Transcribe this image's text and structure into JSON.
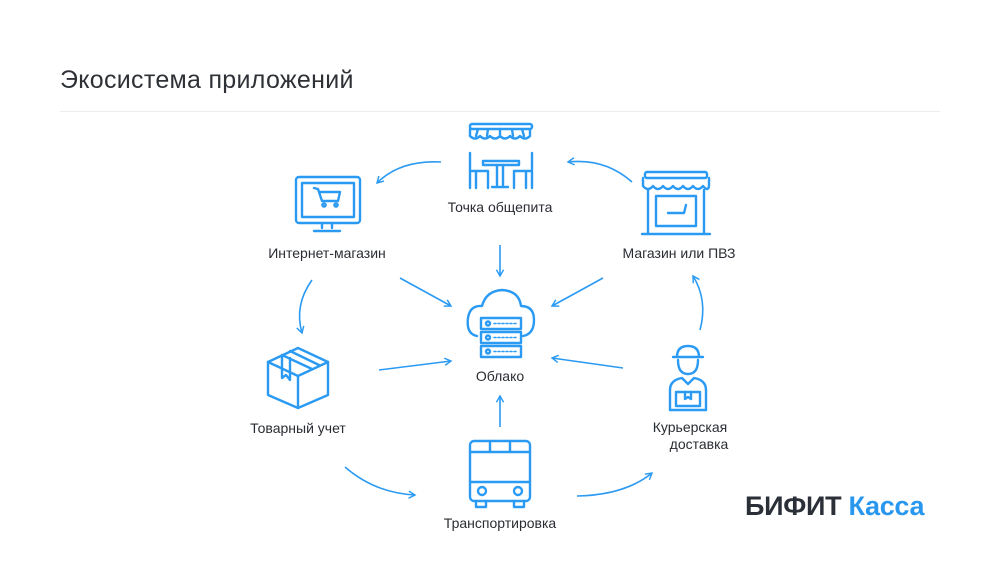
{
  "title": "Экосистема приложений",
  "nodes": {
    "cafe": {
      "label": "Точка общепита",
      "icon": "cafe-icon"
    },
    "online_store": {
      "label": "Интернет-магазин",
      "icon": "monitor-cart-icon"
    },
    "store": {
      "label": "Магазин или ПВЗ",
      "icon": "store-icon"
    },
    "cloud": {
      "label": "Облако",
      "icon": "cloud-server-icon"
    },
    "inventory": {
      "label": "Товарный учет",
      "icon": "box-icon"
    },
    "courier": {
      "label_line1": "Курьерская",
      "label_line2": "доставка",
      "icon": "courier-icon"
    },
    "transport": {
      "label": "Транспортировка",
      "icon": "bus-icon"
    }
  },
  "logo": {
    "part1": "БИФИТ",
    "part2": "Касса"
  },
  "colors": {
    "accent": "#2b9af3",
    "text": "#2a2d33",
    "logo_dark": "#2b2f38",
    "logo_blue": "#2a97ef"
  }
}
